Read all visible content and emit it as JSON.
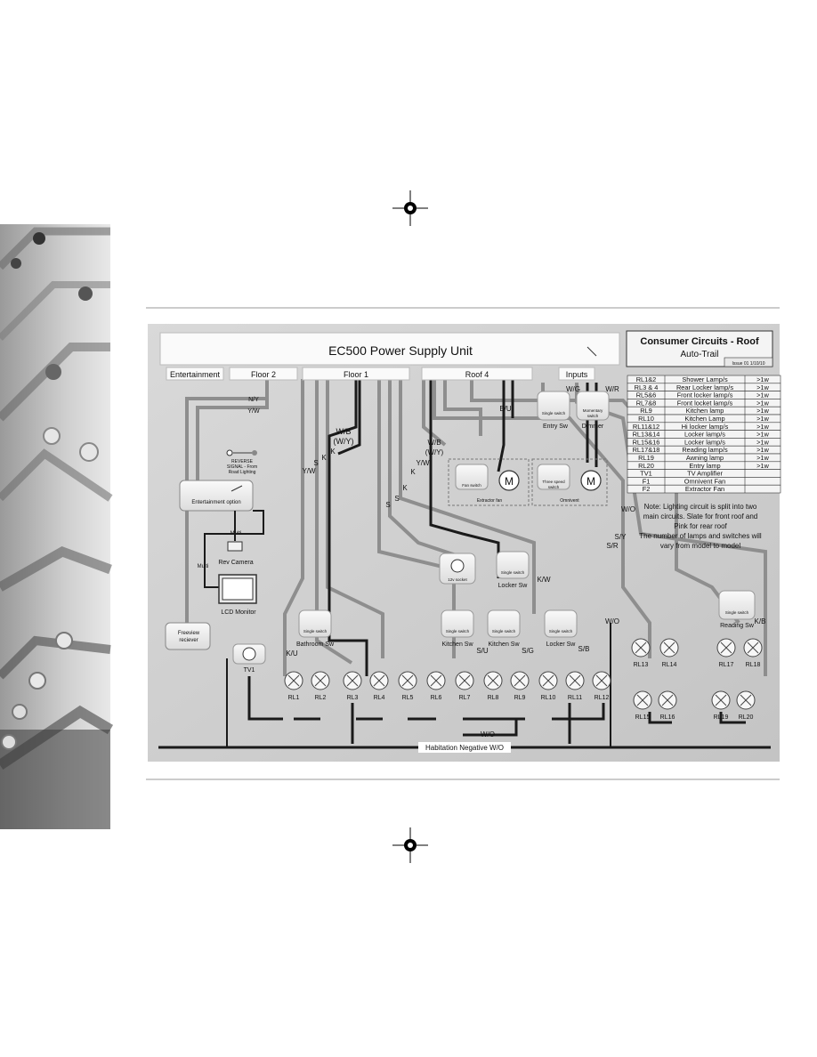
{
  "header": {
    "psu_title": "EC500 Power Supply Unit"
  },
  "psu_tabs": [
    "Entertainment",
    "Floor 2",
    "Floor 1",
    "Roof 4",
    "Inputs"
  ],
  "title_block": {
    "title": "Consumer Circuits - Roof",
    "subtitle": "Auto-Trail",
    "issue": "Issue 01  1/10/10"
  },
  "legend": [
    [
      "RL1&2",
      "Shower Lamp/s",
      ">1w"
    ],
    [
      "RL3 & 4",
      "Rear Locker lamp/s",
      ">1w"
    ],
    [
      "RL5&6",
      "Front locker lamp/s",
      ">1w"
    ],
    [
      "RL7&8",
      "Front locket lamp/s",
      ">1w"
    ],
    [
      "RL9",
      "Kitchen lamp",
      ">1w"
    ],
    [
      "RL10",
      "Kitchen Lamp",
      ">1w"
    ],
    [
      "RL11&12",
      "Hi locker lamp/s",
      ">1w"
    ],
    [
      "RL13&14",
      "Locker lamp/s",
      ">1w"
    ],
    [
      "RL15&16",
      "Locker lamp/s",
      ">1w"
    ],
    [
      "RL17&18",
      "Reading lamp/s",
      ">1w"
    ],
    [
      "RL19",
      "Awning lamp",
      ">1w"
    ],
    [
      "RL20",
      "Entry lamp",
      ">1w"
    ],
    [
      "TV1",
      "TV Amplifier",
      ""
    ],
    [
      "F1",
      "Omnivent Fan",
      ""
    ],
    [
      "F2",
      "Extractor Fan",
      ""
    ]
  ],
  "note": [
    "Note: Lighting circuit is split into two",
    "main circuits.  Slate for front roof and",
    "Pink for rear roof",
    "The number of lamps and switches will",
    "vary from model to model"
  ],
  "entertainment": {
    "option": "Entertainment option",
    "reverse": [
      "REVERSE",
      "SIGNAL - From",
      "Road Lighting"
    ],
    "multi1": "Multi",
    "multi2": "Multi",
    "camera": "Rev Camera",
    "monitor": "LCD Monitor",
    "freeview": [
      "Freeview",
      "reciever"
    ]
  },
  "switches": {
    "single": "Single switch",
    "momentary": [
      "Momentary",
      "switch"
    ],
    "fan": "Fan switch",
    "three_speed": [
      "Three speed",
      "switch"
    ],
    "socket": "12v socket"
  },
  "labels": {
    "entry_sw": "Entry Sw",
    "dimmer": "Dimmer",
    "extractor": "Extractor fan",
    "omnivent": "Omnivent",
    "locker_sw": "Locker Sw",
    "bathroom_sw": "Bathroom Sw",
    "kitchen_sw": "Kitchen Sw",
    "reading_sw": "Reading Sw",
    "tv1": "TV1",
    "motor": "M",
    "hab_neg": "Habitation Negative  W/O"
  },
  "lamps": {
    "rl1": "RL1",
    "rl2": "RL2",
    "rl3": "RL3",
    "rl4": "RL4",
    "rl5": "RL5",
    "rl6": "RL6",
    "rl7": "RL7",
    "rl8": "RL8",
    "rl9": "RL9",
    "rl10": "RL10",
    "rl11": "RL11",
    "rl12": "RL12",
    "rl13": "RL13",
    "rl14": "RL14",
    "rl15": "RL15",
    "rl16": "RL16",
    "rl17": "RL17",
    "rl18": "RL18",
    "rl19": "RL19",
    "rl20": "RL20"
  },
  "wires": {
    "ny": "N/Y",
    "yw": "Y/W",
    "wb": "W/B",
    "wy": "(W/Y)",
    "s": "S",
    "k": "K",
    "bu": "B/U",
    "wg": "W/G",
    "wr": "W/R",
    "wo": "W/O",
    "sy": "S/Y",
    "sr": "S/R",
    "kw": "K/W",
    "ku": "K/U",
    "su": "S/U",
    "sg": "S/G",
    "sb": "S/B",
    "kb": "K/B"
  }
}
